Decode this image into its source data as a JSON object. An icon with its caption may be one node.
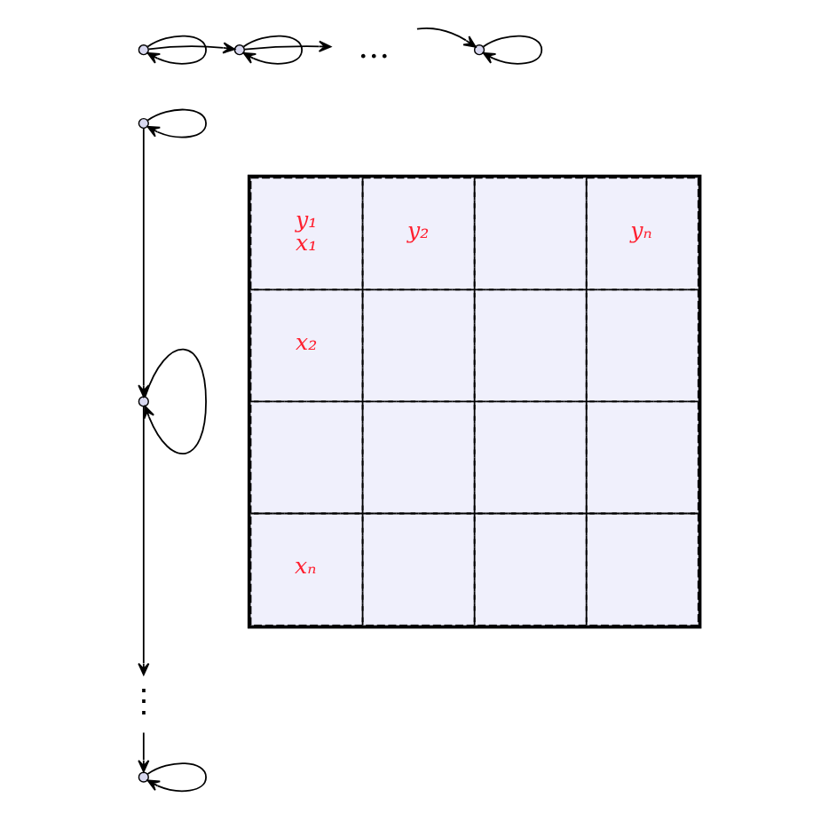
{
  "diagram": {
    "nodes": [
      {
        "text": [],
        "shape": "circle"
      },
      {
        "text": [],
        "shape": "circle"
      },
      {
        "text": [
          "…"
        ]
      },
      {
        "text": [],
        "shape": "circle"
      },
      {
        "text": [],
        "shape": "circle"
      },
      {
        "text": [],
        "shape": "circle"
      },
      {
        "text": [
          "⋮"
        ]
      },
      {
        "text": [],
        "shape": "circle"
      }
    ],
    "edges": [
      {
        "from": 0,
        "to": 0,
        "arrow": "to"
      },
      {
        "from": 1,
        "to": 1,
        "arrow": "to"
      },
      {
        "from": 3,
        "to": 3,
        "arrow": "to"
      },
      {
        "from": 0,
        "to": 1,
        "arrow": "to"
      },
      {
        "from": 1,
        "to": 2,
        "arrow": "to"
      },
      {
        "from": 2,
        "to": 3,
        "arrow": "to"
      },
      {
        "from": 4,
        "to": 4,
        "arrow": "to"
      },
      {
        "from": 5,
        "to": 5,
        "arrow": "to"
      },
      {
        "from": 7,
        "to": 7,
        "arrow": "to"
      },
      {
        "from": 4,
        "to": 5,
        "arrow": "to"
      },
      {
        "from": 5,
        "to": 6,
        "arrow": "to"
      },
      {
        "from": 6,
        "to": 7,
        "arrow": "to"
      }
    ],
    "labels": [
      "y₁",
      "y₂",
      "yₙ",
      "x₁",
      "x₂",
      "xₙ"
    ]
  }
}
